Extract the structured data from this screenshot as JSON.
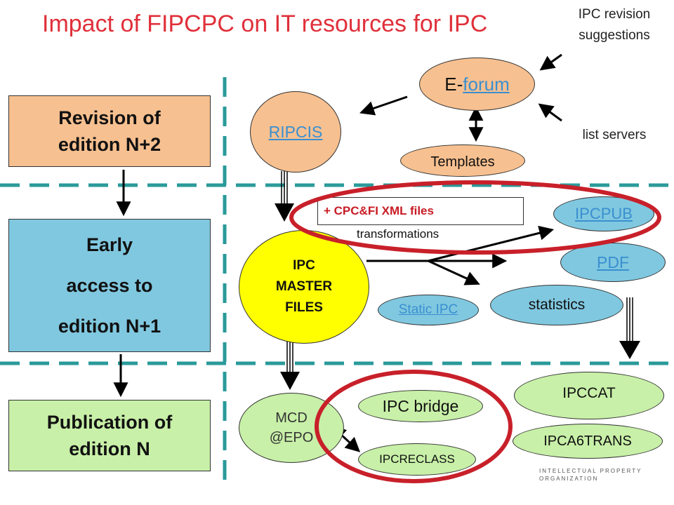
{
  "title": "Impact of FIPCPC on IT resources for IPC",
  "colors": {
    "title": "#e0303a",
    "peach": "#f7c090",
    "lightblue": "#80c8e0",
    "lightgreen": "#c8f0a8",
    "yellow": "#ffff00",
    "red_outline": "#c8202a",
    "dashed_line": "#2a9a9a"
  },
  "left_boxes": {
    "revision": "Revision of edition N+2",
    "early_line1": "Early",
    "early_line2": "access to",
    "early_line3": "edition N+1",
    "publication": "Publication of edition N"
  },
  "notes": {
    "ipc_revision_line1": "IPC revision",
    "ipc_revision_line2": "suggestions",
    "list_servers": "list servers",
    "transformations": "transformations"
  },
  "nodes": {
    "eforum_prefix": "E-",
    "eforum_link": "forum",
    "ripcis": "RIPCIS",
    "templates": "Templates",
    "cpc_xml": "+ CPC&FI XML files",
    "ipcpub": "IPCPUB",
    "pdf": "PDF",
    "master_line1": "IPC",
    "master_line2": "MASTER",
    "master_line3": "FILES",
    "static_ipc": "Static IPC",
    "statistics": "statistics",
    "mcd_line1": "MCD",
    "mcd_line2": "@EPO",
    "ipc_bridge": "IPC bridge",
    "ipccat": "IPCCAT",
    "ipca6trans": "IPCA6TRANS",
    "ipcreclass": "IPCRECLASS"
  },
  "logo": {
    "line1": "INTELLECTUAL PROPERTY",
    "line2": "ORGANIZATION"
  }
}
